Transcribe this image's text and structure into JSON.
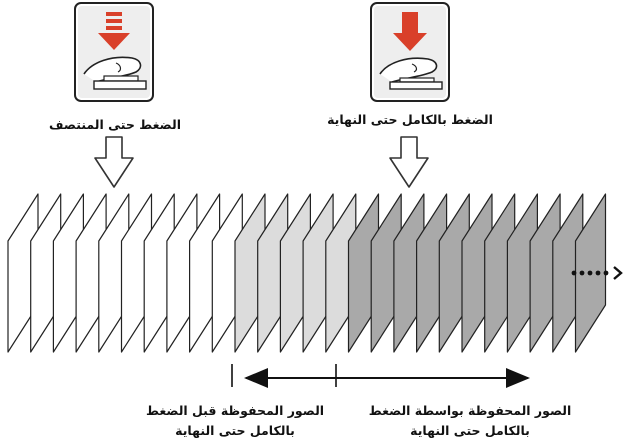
{
  "button_panels": [
    {
      "id": "half",
      "label": "الضغط حتى المنتصف",
      "icon": "shutter-half-press-icon"
    },
    {
      "id": "full",
      "label": "الضغط بالكامل حتى النهاية",
      "icon": "shutter-full-press-icon"
    }
  ],
  "frames": {
    "groups": [
      {
        "id": "unsaved",
        "count": 10,
        "fill": "#ffffff"
      },
      {
        "id": "pre",
        "count": 5,
        "fill": "#dcdcdc"
      },
      {
        "id": "post",
        "count": 11,
        "fill": "#a9a9a9"
      }
    ],
    "stroke": "#222222",
    "continuation": "•••••›"
  },
  "captions": {
    "pre": {
      "line1": "الصور المحفوظة قبل الضغط",
      "line2": "بالكامل حتى النهاية"
    },
    "post": {
      "line1": "الصور المحفوظة بواسطة الضغط",
      "line2": "بالكامل حتى النهاية"
    }
  },
  "colors": {
    "accent": "#d9402a",
    "button_bg": "#eeeeee"
  }
}
